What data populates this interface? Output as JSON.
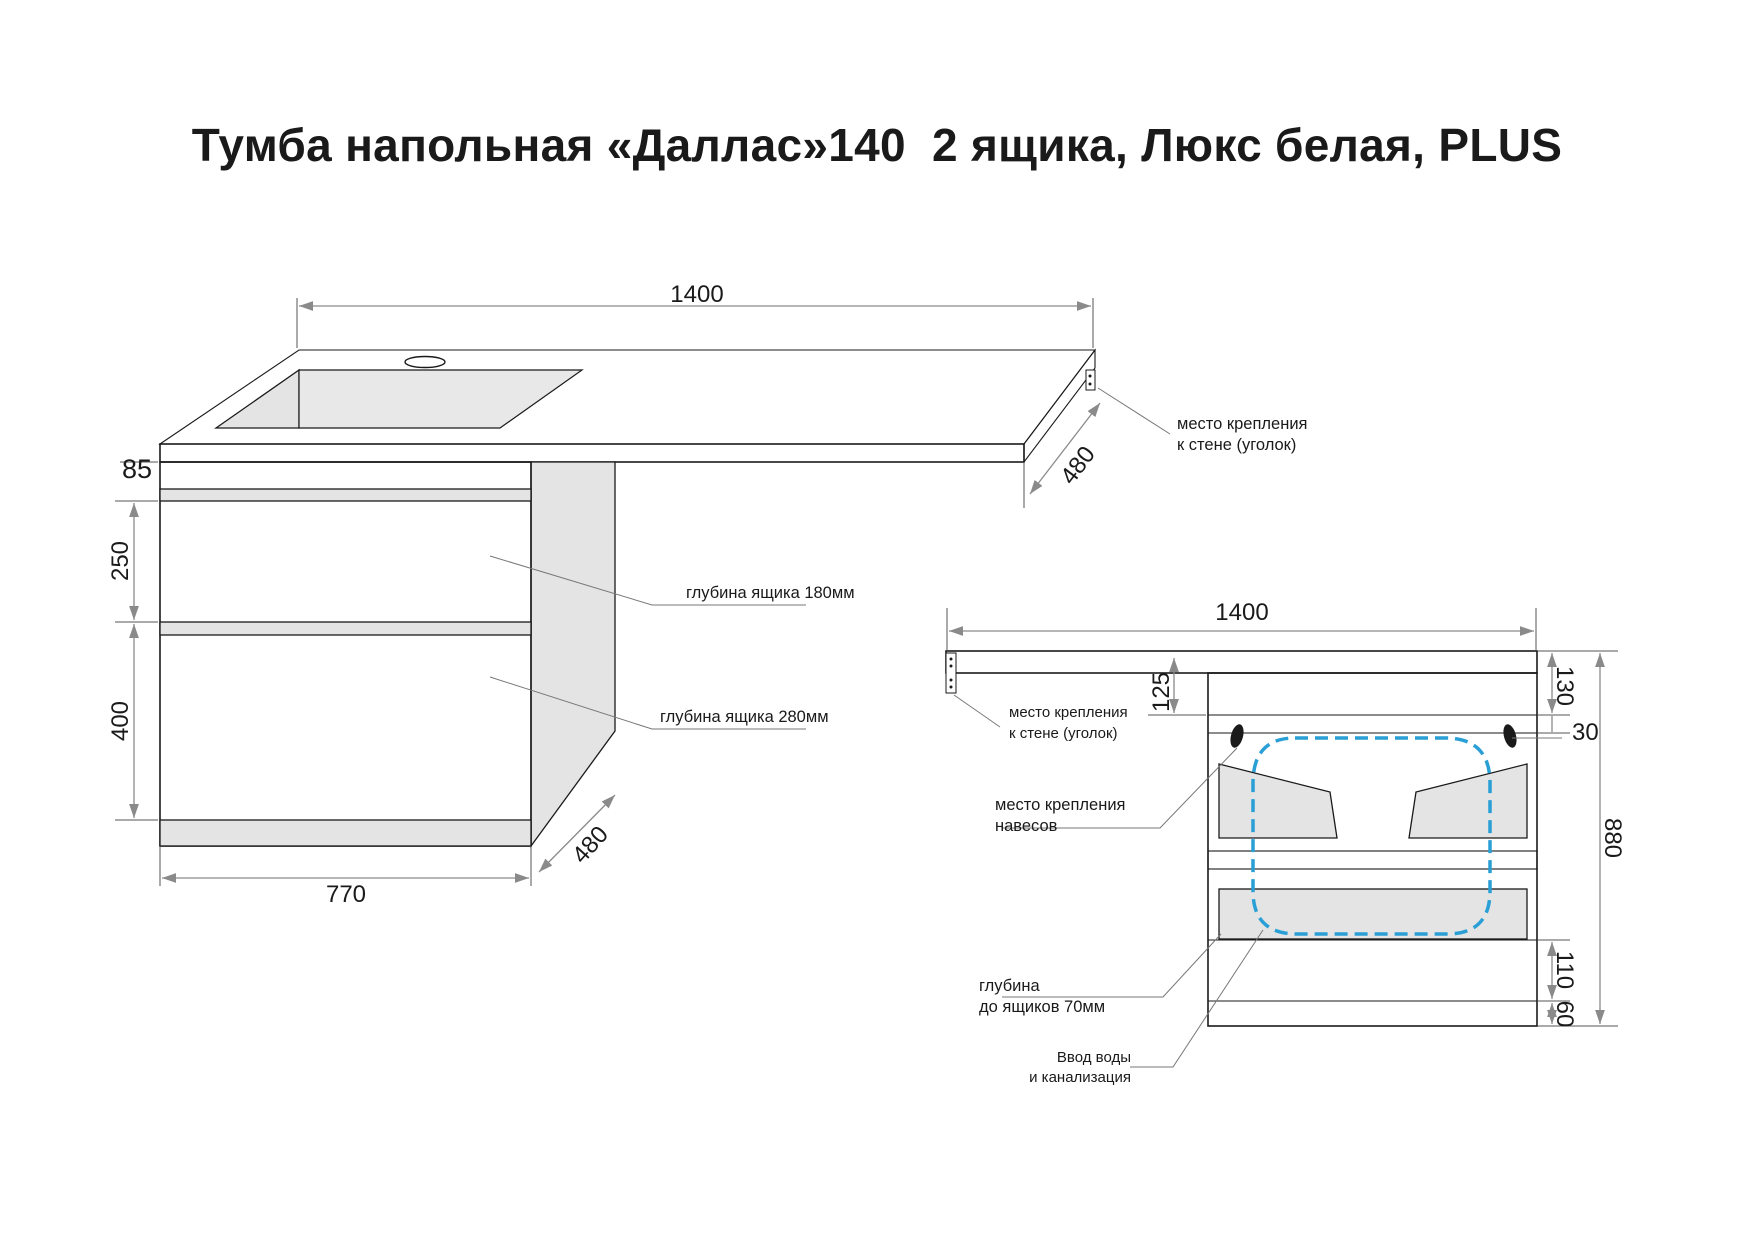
{
  "title": "Тумба напольная «Даллас»140  2 ящика, Люкс белая, PLUS",
  "colors": {
    "line": "#1a1a1a",
    "panel_fill": "#e4e4e4",
    "dimension": "#8a8a8a",
    "pipe_outline": "#2a9fd6"
  },
  "left_view": {
    "dim_width_top": "1400",
    "dim_depth_top": "480",
    "dim_countertop": "85",
    "dim_drawer_upper": "250",
    "dim_drawer_lower": "400",
    "dim_depth_bottom": "480",
    "dim_width_bottom": "770",
    "note_wall_mount": [
      "место крепления",
      "к стене (уголок)"
    ],
    "note_drawer_upper": "глубина ящика 180мм",
    "note_drawer_lower": "глубина ящика 280мм"
  },
  "right_view": {
    "dim_width": "1400",
    "dim_125": "125",
    "dim_130": "130",
    "dim_30": "30",
    "dim_880": "880",
    "dim_110": "110",
    "dim_60": "60",
    "note_wall_mount": [
      "место крепления",
      "к стене (уголок)"
    ],
    "note_hinges": [
      "место крепления",
      "навесов"
    ],
    "note_depth": [
      "глубина",
      "до ящиков 70мм"
    ],
    "note_plumbing": [
      "Ввод воды",
      "и канализация"
    ]
  }
}
